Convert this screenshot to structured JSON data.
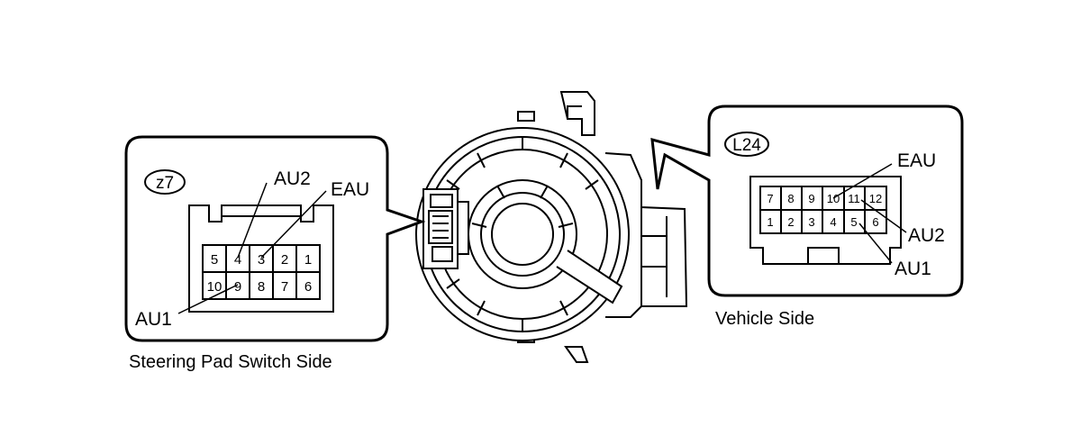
{
  "left_connector": {
    "id": "z7",
    "caption": "Steering Pad Switch Side",
    "pins_top": [
      "5",
      "4",
      "3",
      "2",
      "1"
    ],
    "pins_bottom": [
      "10",
      "9",
      "8",
      "7",
      "6"
    ],
    "labels": {
      "au2": "AU2",
      "eau": "EAU",
      "au1": "AU1"
    }
  },
  "right_connector": {
    "id": "L24",
    "caption": "Vehicle Side",
    "pins_top": [
      "7",
      "8",
      "9",
      "10",
      "11",
      "12"
    ],
    "pins_bottom": [
      "1",
      "2",
      "3",
      "4",
      "5",
      "6"
    ],
    "labels": {
      "eau": "EAU",
      "au2": "AU2",
      "au1": "AU1"
    }
  }
}
